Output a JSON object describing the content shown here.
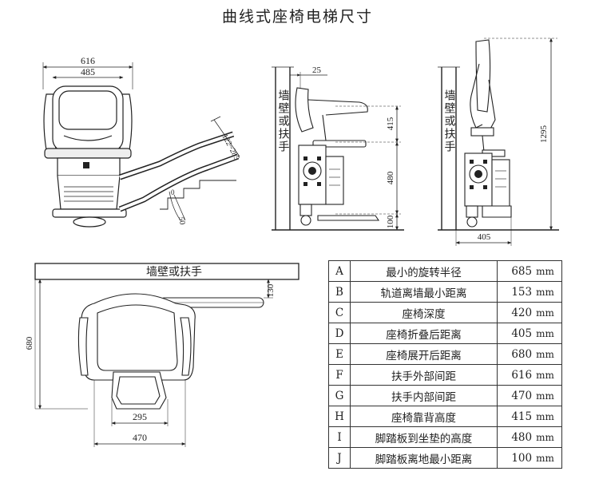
{
  "title": "曲线式座椅电梯尺寸",
  "front_view": {
    "outer_width": "616",
    "inner_width": "485"
  },
  "rail_view": {
    "angle_range": "122~285",
    "small_angle": "0",
    "small_dim": "50"
  },
  "side_view_open": {
    "wall_label": "墙壁或扶手",
    "wall_gap": "25",
    "backrest_height": "415",
    "footrest_to_seat": "480",
    "footrest_to_floor": "100"
  },
  "side_view_folded": {
    "wall_label": "墙壁或扶手",
    "total_height": "1295",
    "folded_depth": "405"
  },
  "top_view": {
    "wall_label": "墙壁或扶手",
    "rail_gap": "130",
    "seat_depth": "680",
    "inner_width": "295",
    "outer_width": "470"
  },
  "spec_table": {
    "rows": [
      {
        "code": "A",
        "name": "最小的旋转半径",
        "value": "685",
        "unit": "mm"
      },
      {
        "code": "B",
        "name": "轨道离墙最小距离",
        "value": "153",
        "unit": "mm"
      },
      {
        "code": "C",
        "name": "座椅深度",
        "value": "420",
        "unit": "mm"
      },
      {
        "code": "D",
        "name": "座椅折叠后距离",
        "value": "405",
        "unit": "mm"
      },
      {
        "code": "E",
        "name": "座椅展开后距离",
        "value": "680",
        "unit": "mm"
      },
      {
        "code": "F",
        "name": "扶手外部间距",
        "value": "616",
        "unit": "mm"
      },
      {
        "code": "G",
        "name": "扶手内部间距",
        "value": "470",
        "unit": "mm"
      },
      {
        "code": "H",
        "name": "座椅靠背高度",
        "value": "415",
        "unit": "mm"
      },
      {
        "code": "I",
        "name": "脚踏板到坐垫的高度",
        "value": "480",
        "unit": "mm"
      },
      {
        "code": "J",
        "name": "脚踏板离地最小距离",
        "value": "100",
        "unit": "mm"
      }
    ]
  }
}
